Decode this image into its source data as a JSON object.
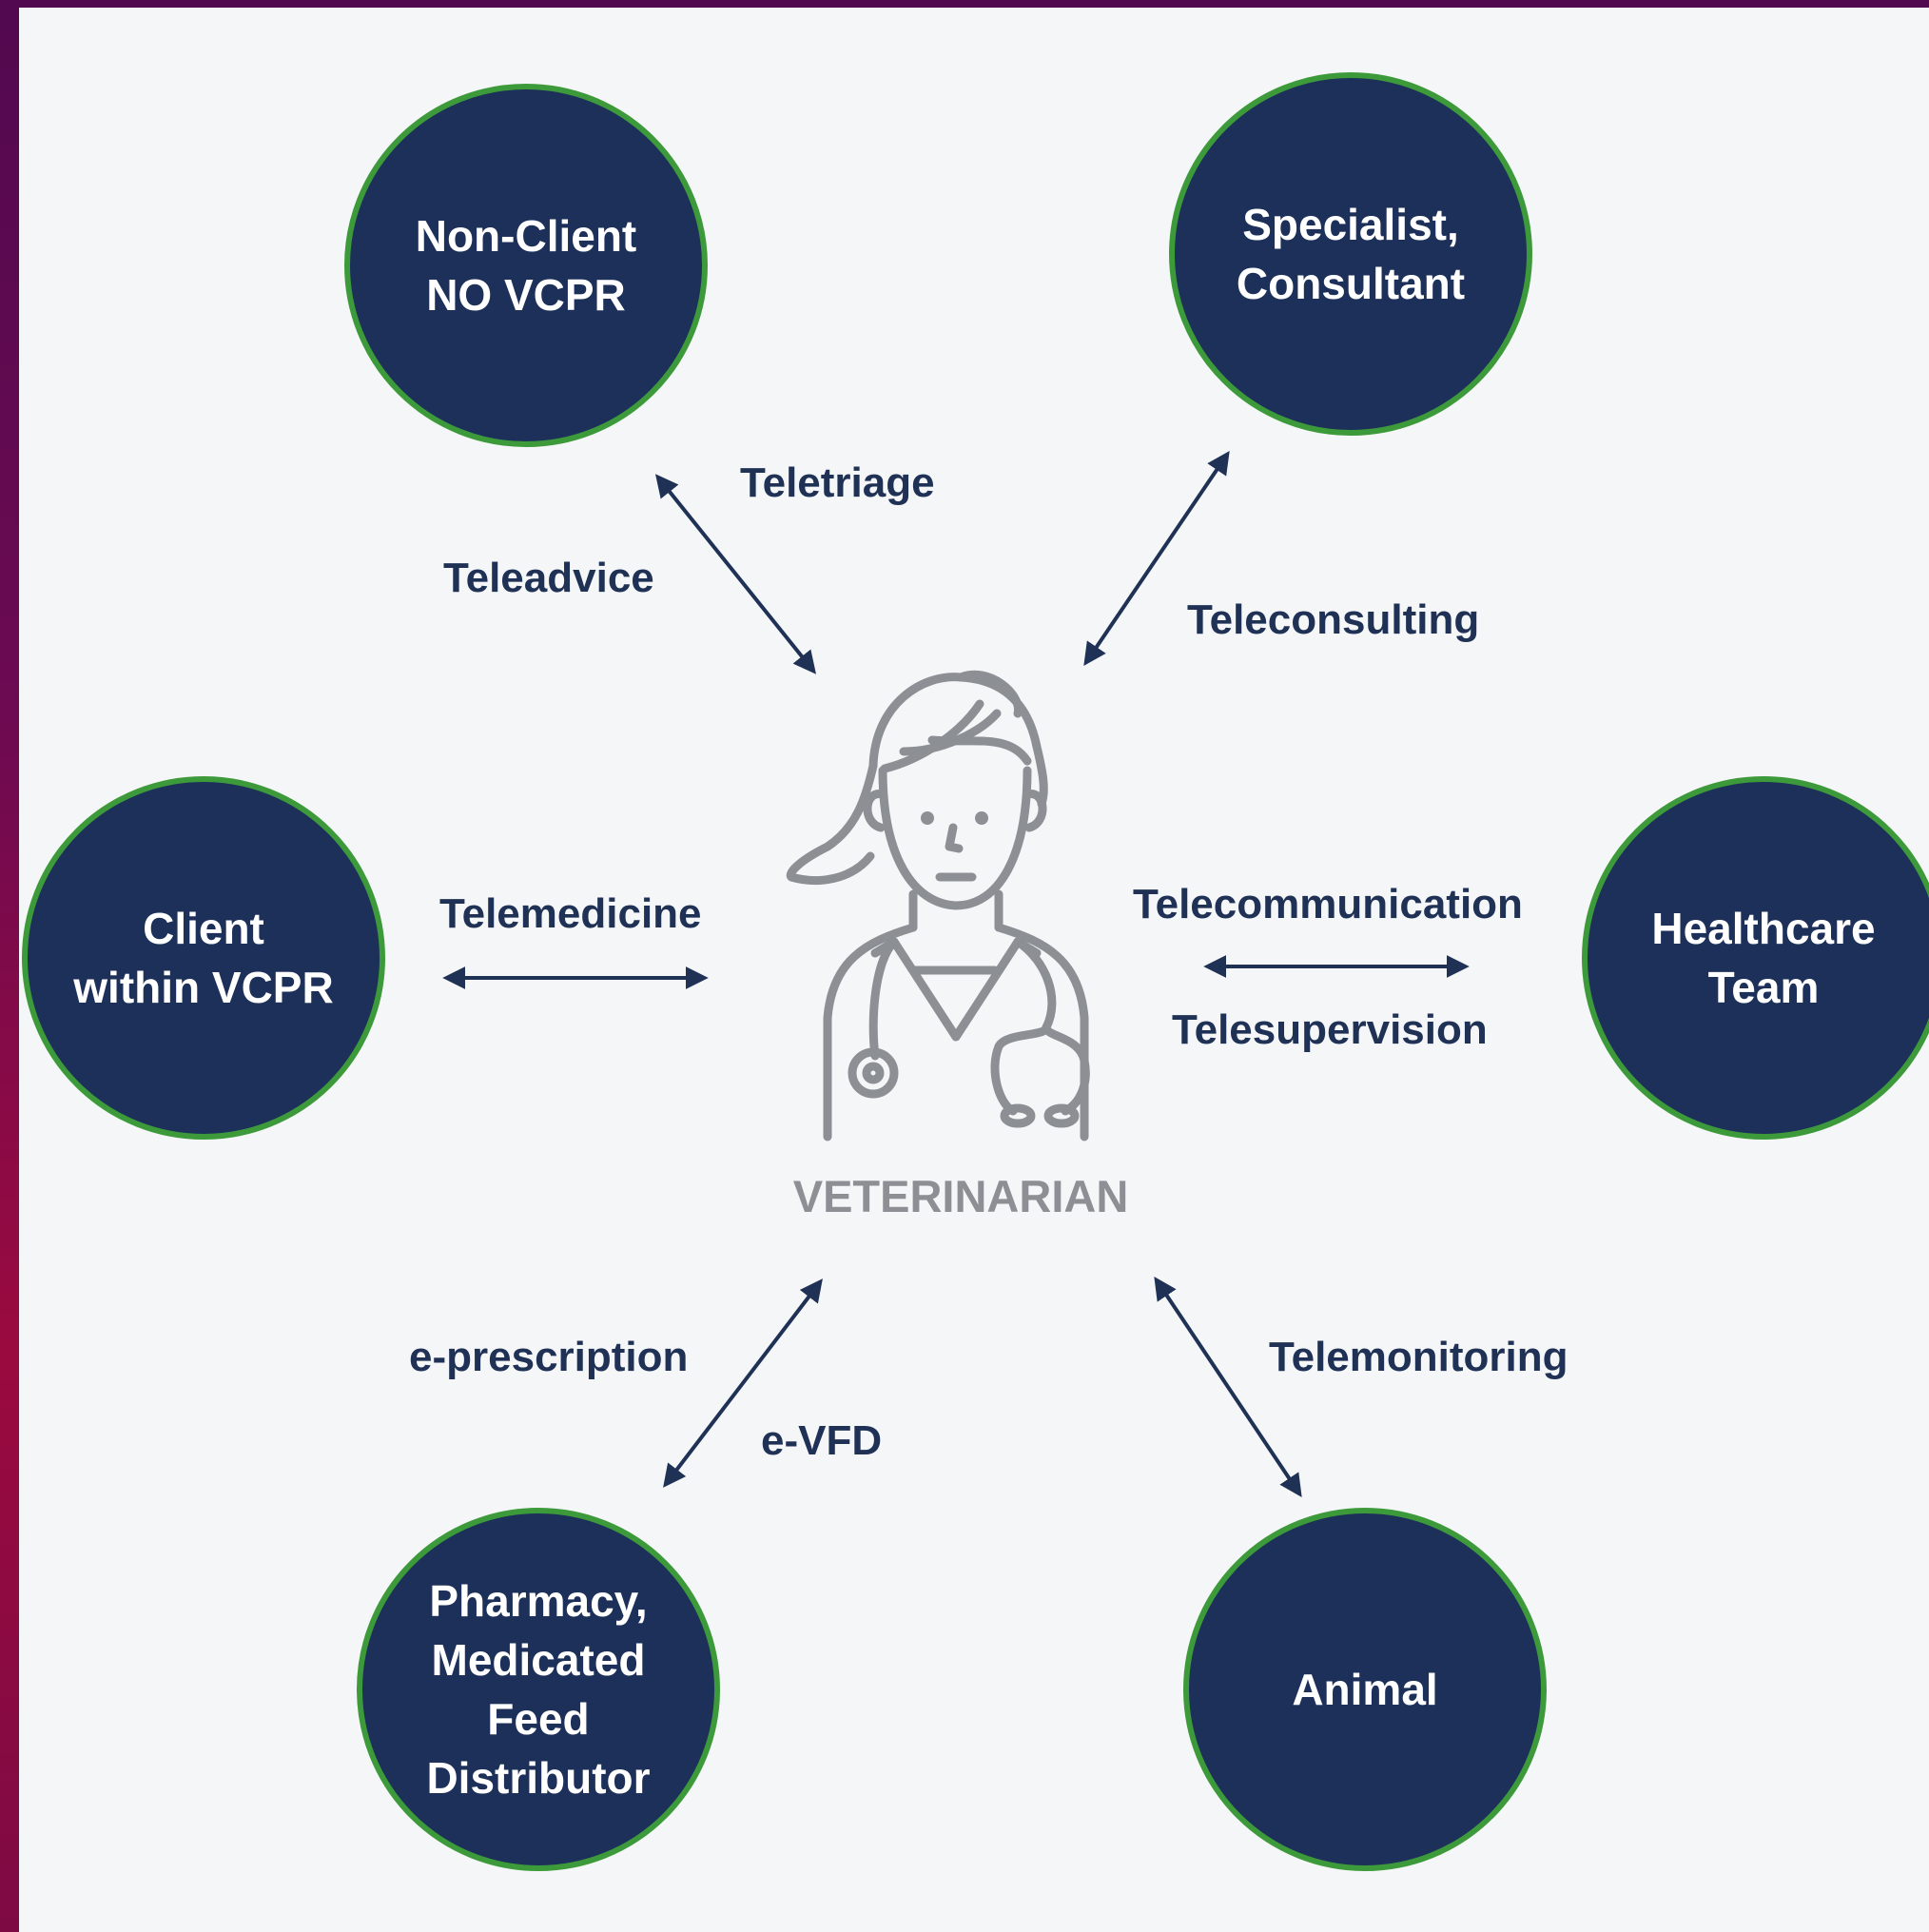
{
  "colors": {
    "node_fill": "#1c3059",
    "node_border": "#3d9a3a",
    "node_text": "#ffffff",
    "label_text": "#1f3155",
    "figure_stroke": "#8c9095",
    "background": "#f5f6f8"
  },
  "center": {
    "label": "VETERINARIAN",
    "icon": "veterinarian-icon"
  },
  "nodes": {
    "non_client": "Non-Client\nNO VCPR",
    "specialist": "Specialist,\nConsultant",
    "client": "Client\nwithin VCPR",
    "healthcare": "Healthcare\nTeam",
    "pharmacy": "Pharmacy,\nMedicated\nFeed\nDistributor",
    "animal": "Animal"
  },
  "relations": {
    "teletriage": "Teletriage",
    "teleadvice": "Teleadvice",
    "teleconsulting": "Teleconsulting",
    "telemedicine": "Telemedicine",
    "telecommunication": "Telecommunication",
    "telesupervision": "Telesupervision",
    "eprescription": "e-prescription",
    "evfd": "e-VFD",
    "telemonitoring": "Telemonitoring"
  }
}
